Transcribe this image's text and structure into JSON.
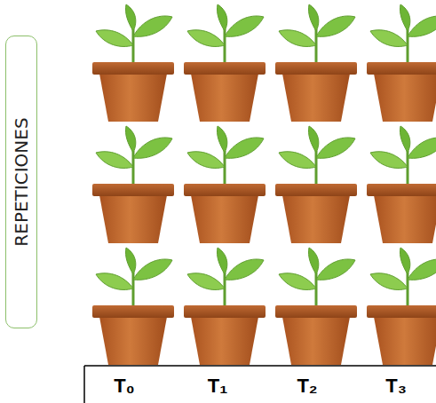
{
  "diagram": {
    "nodes": [
      {
        "text": [
          "REPETICIONES"
        ]
      }
    ],
    "labels": [
      "T₀",
      "T₁",
      "T₂",
      "T₃"
    ]
  }
}
